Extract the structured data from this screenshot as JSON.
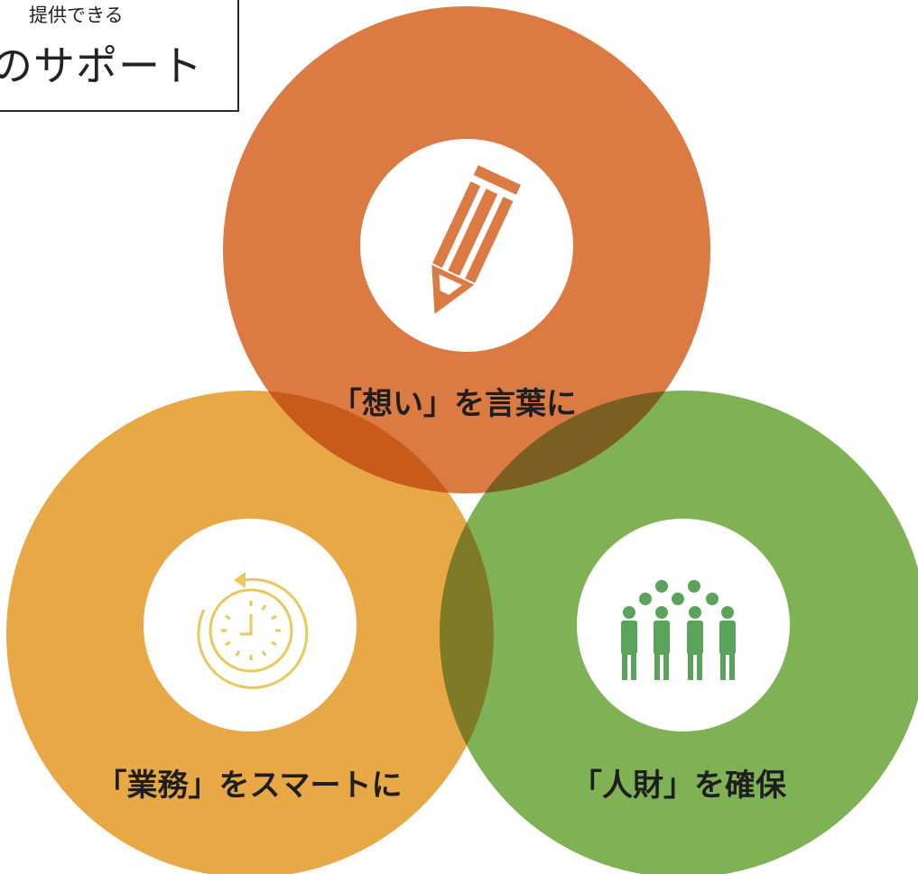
{
  "header": {
    "subtitle": "提供できる",
    "title": "のサポート"
  },
  "circles": [
    {
      "id": "words",
      "label": "「想い」を言葉に",
      "color": "#dc7a44",
      "icon": "pencil-icon"
    },
    {
      "id": "business",
      "label": "「業務」をスマートに",
      "color": "#e8a846",
      "icon": "clock-refresh-icon"
    },
    {
      "id": "talent",
      "label": "「人財」を確保",
      "color": "#7fb155",
      "icon": "people-group-icon"
    }
  ],
  "colors": {
    "icon_pencil": "#dc7a44",
    "icon_clock": "#e8c95a",
    "icon_people": "#5aa35a",
    "overlap_top_left": "#c85a1c",
    "overlap_top_right": "#7a5e22",
    "overlap_left_right": "#7e7a26"
  }
}
